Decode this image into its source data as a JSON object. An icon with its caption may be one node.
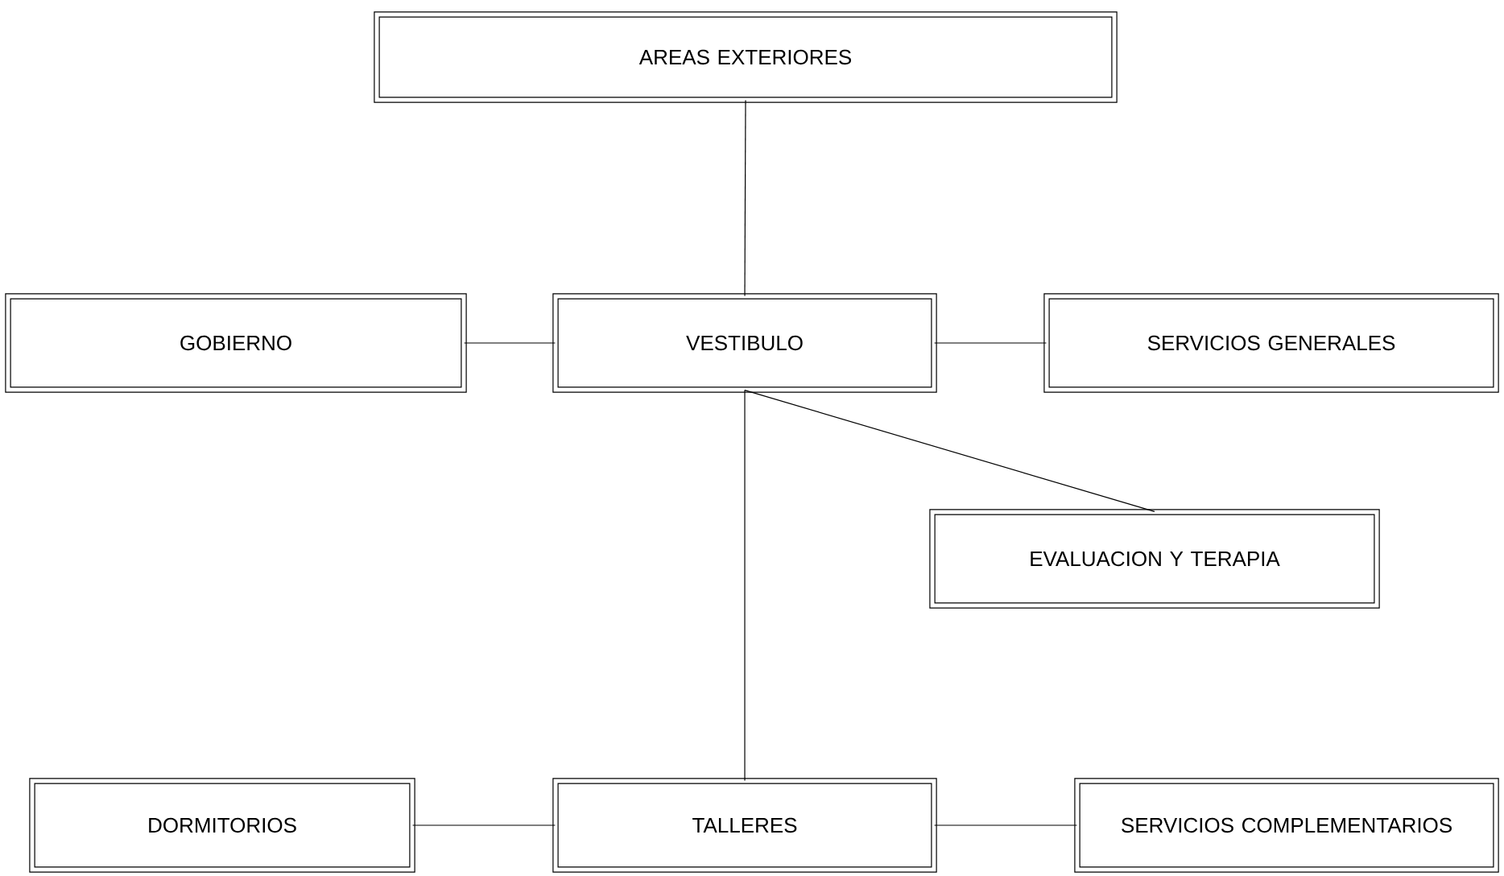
{
  "diagram": {
    "nodes": [
      {
        "text": [
          "AREAS EXTERIORES"
        ]
      },
      {
        "text": [
          "GOBIERNO"
        ]
      },
      {
        "text": [
          "VESTIBULO"
        ]
      },
      {
        "text": [
          "SERVICIOS GENERALES"
        ]
      },
      {
        "text": [
          "EVALUACION Y TERAPIA"
        ]
      },
      {
        "text": [
          "DORMITORIOS"
        ]
      },
      {
        "text": [
          "TALLERES"
        ]
      },
      {
        "text": [
          "SERVICIOS COMPLEMENTARIOS"
        ]
      }
    ],
    "edges": [
      {
        "from": 0,
        "to": 2,
        "arrow": "none"
      },
      {
        "from": 1,
        "to": 2,
        "arrow": "none"
      },
      {
        "from": 2,
        "to": 3,
        "arrow": "none"
      },
      {
        "from": 2,
        "to": 6,
        "arrow": "none"
      },
      {
        "from": 2,
        "to": 4,
        "arrow": "none"
      },
      {
        "from": 5,
        "to": 6,
        "arrow": "none"
      },
      {
        "from": 6,
        "to": 7,
        "arrow": "none"
      }
    ]
  }
}
